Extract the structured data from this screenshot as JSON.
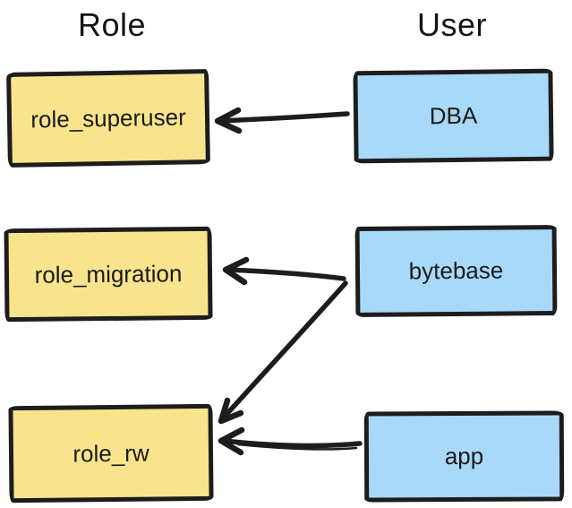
{
  "headers": {
    "role": "Role",
    "user": "User"
  },
  "nodes": {
    "role_superuser": {
      "label": "role_superuser",
      "type": "role"
    },
    "role_migration": {
      "label": "role_migration",
      "type": "role"
    },
    "role_rw": {
      "label": "role_rw",
      "type": "role"
    },
    "dba": {
      "label": "DBA",
      "type": "user"
    },
    "bytebase": {
      "label": "bytebase",
      "type": "user"
    },
    "app": {
      "label": "app",
      "type": "user"
    }
  },
  "edges": [
    {
      "from": "DBA",
      "to": "role_superuser"
    },
    {
      "from": "bytebase",
      "to": "role_migration"
    },
    {
      "from": "bytebase",
      "to": "role_rw"
    },
    {
      "from": "app",
      "to": "role_rw"
    }
  ],
  "colors": {
    "role_fill": "#f8e48c",
    "user_fill": "#a9d9f8",
    "stroke": "#1d1d1d",
    "background": "#ffffff"
  }
}
